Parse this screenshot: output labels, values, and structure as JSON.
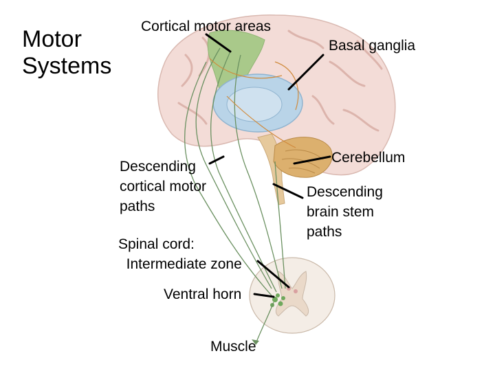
{
  "title": "Motor\nSystems",
  "labels": {
    "cortical_motor_areas": "Cortical motor areas",
    "basal_ganglia": "Basal ganglia",
    "cerebellum": "Cerebellum",
    "descending_cortical": "Descending\ncortical motor\npaths",
    "descending_brainstem": "Descending\nbrain stem\npaths",
    "spinal_cord": "Spinal cord:\n  Intermediate zone",
    "ventral_horn": "Ventral horn",
    "muscle": "Muscle"
  },
  "colors": {
    "brain": "#f3dcd7",
    "gyri": "#dcb4ac",
    "motor_area": "#a9c98a",
    "basal_ganglia": "#b9d4e8",
    "cerebellum": "#dcb06e",
    "brainstem": "#e6c99c",
    "pathway": "#6a9060",
    "spinal_cord": "#f4ede6"
  }
}
